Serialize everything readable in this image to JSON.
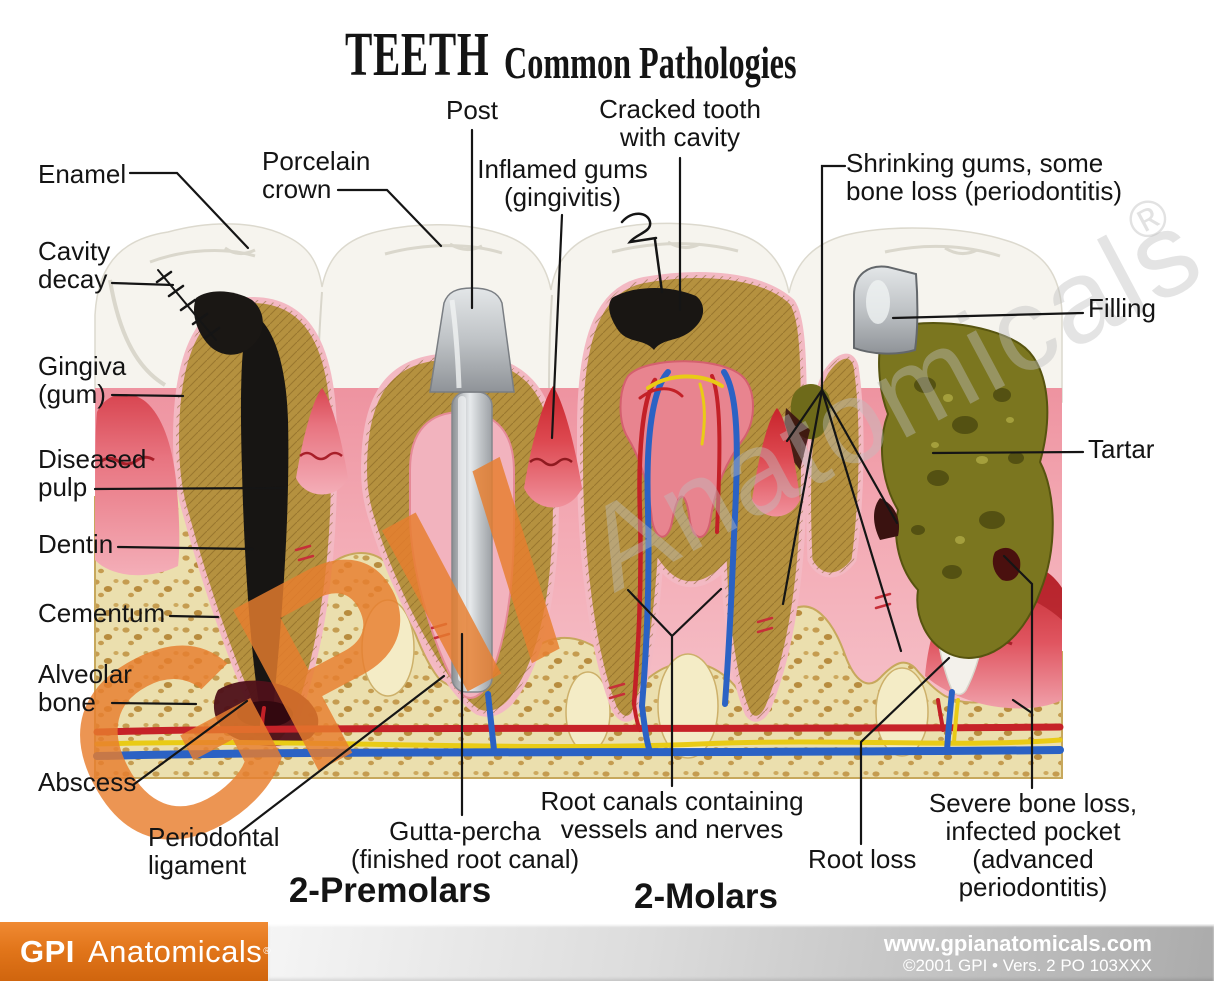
{
  "title": {
    "word": "TEETH",
    "subtitle": "Common Pathologies"
  },
  "labels": {
    "enamel": "Enamel",
    "cavity_decay": "Cavity\ndecay",
    "gingiva": "Gingiva\n(gum)",
    "diseased_pulp": "Diseased\npulp",
    "dentin": "Dentin",
    "cementum": "Cementum",
    "alveolar_bone": "Alveolar\nbone",
    "abscess": "Abscess",
    "porcelain_crown": "Porcelain\ncrown",
    "post": "Post",
    "cracked_tooth": "Cracked tooth\nwith cavity",
    "inflamed_gums": "Inflamed gums\n(gingivitis)",
    "shrinking_gums": "Shrinking gums, some\nbone loss (periodontitis)",
    "filling": "Filling",
    "tartar": "Tartar",
    "periodontal_ligament": "Periodontal\nligament",
    "gutta_percha": "Gutta-percha\n(finished root canal)",
    "root_canals": "Root canals containing\nvessels and nerves",
    "root_loss": "Root loss",
    "severe_bone_loss": "Severe bone loss,\ninfected pocket\n(advanced\nperiodontitis)"
  },
  "sections": {
    "premolars": "2-Premolars",
    "molars": "2-Molars"
  },
  "watermark": {
    "brand": "GPI",
    "slash": "/",
    "name": "Anatomicals",
    "registered": "®"
  },
  "footer": {
    "logo_brand": "GPI",
    "logo_name": "Anatomicals",
    "logo_registered": "®",
    "website": "www.gpianatomicals.com",
    "copyright": "©2001 GPI • Vers. 2 PO 103XXX"
  },
  "colors": {
    "accent_orange": "#E87722",
    "label_text": "#141414",
    "gum_pink": "#F2A7B1",
    "inflamed_red": "#C8242B",
    "dentin_gold": "#B5913F",
    "bone_cream": "#EBDFAE",
    "tartar_olive": "#7B761F",
    "vessel_red": "#C62228",
    "vessel_blue": "#2B62C4",
    "nerve_yellow": "#E9CB16",
    "footer_gray": "#B5B5B5"
  }
}
